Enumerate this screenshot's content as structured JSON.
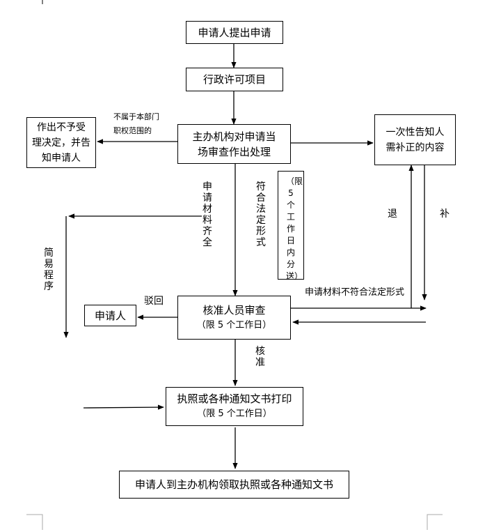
{
  "nodes": {
    "apply": "申请人提出申请",
    "admin_item": "行政许可项目",
    "review_line1": "主办机构对申请当",
    "review_line2": "场审查作出处理",
    "reject_line1": "作出不予受",
    "reject_line2": "理决定，并告",
    "reject_line3": "知申请人",
    "notify_line1": "一次性告知人",
    "notify_line2": "需补正的内容",
    "approve_line1": "核准人员审查",
    "approve_line2": "（限  5 个工作日）",
    "applicant": "申请人",
    "print_line1": "执照或各种通知文书打印",
    "print_line2": "（限 5 个工作日）",
    "collect": "申请人到主办机构领取执照或各种通知文书"
  },
  "labels": {
    "not_in_scope_line1": "不属于本部门",
    "not_in_scope_line2": "职权范围的",
    "materials_complete": "申请材料齐全",
    "legal_form": "符合法定形式",
    "time_limit": "（限 5 个工作日内分送）",
    "simple_procedure": "简易程序",
    "reject_back": "驳回",
    "return": "退",
    "supplement": "补",
    "nonconforming": "申请材料不符合法定形式",
    "approve": "核准"
  }
}
